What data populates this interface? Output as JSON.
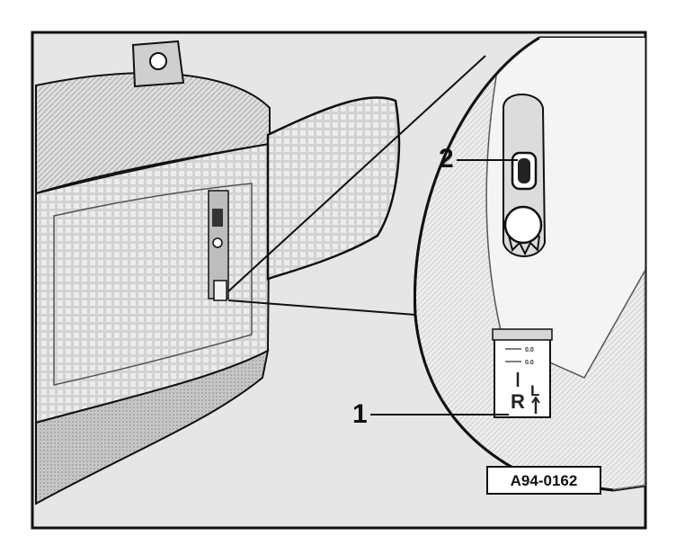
{
  "callouts": {
    "one": "1",
    "two": "2"
  },
  "reference_code": "A94-0162",
  "label_plate": {
    "left_letter": "R",
    "right_letter": "L"
  },
  "colors": {
    "line": "#111111",
    "paper": "#ffffff",
    "panel": "#e4e4e4",
    "shade": "#9a9a9a"
  }
}
